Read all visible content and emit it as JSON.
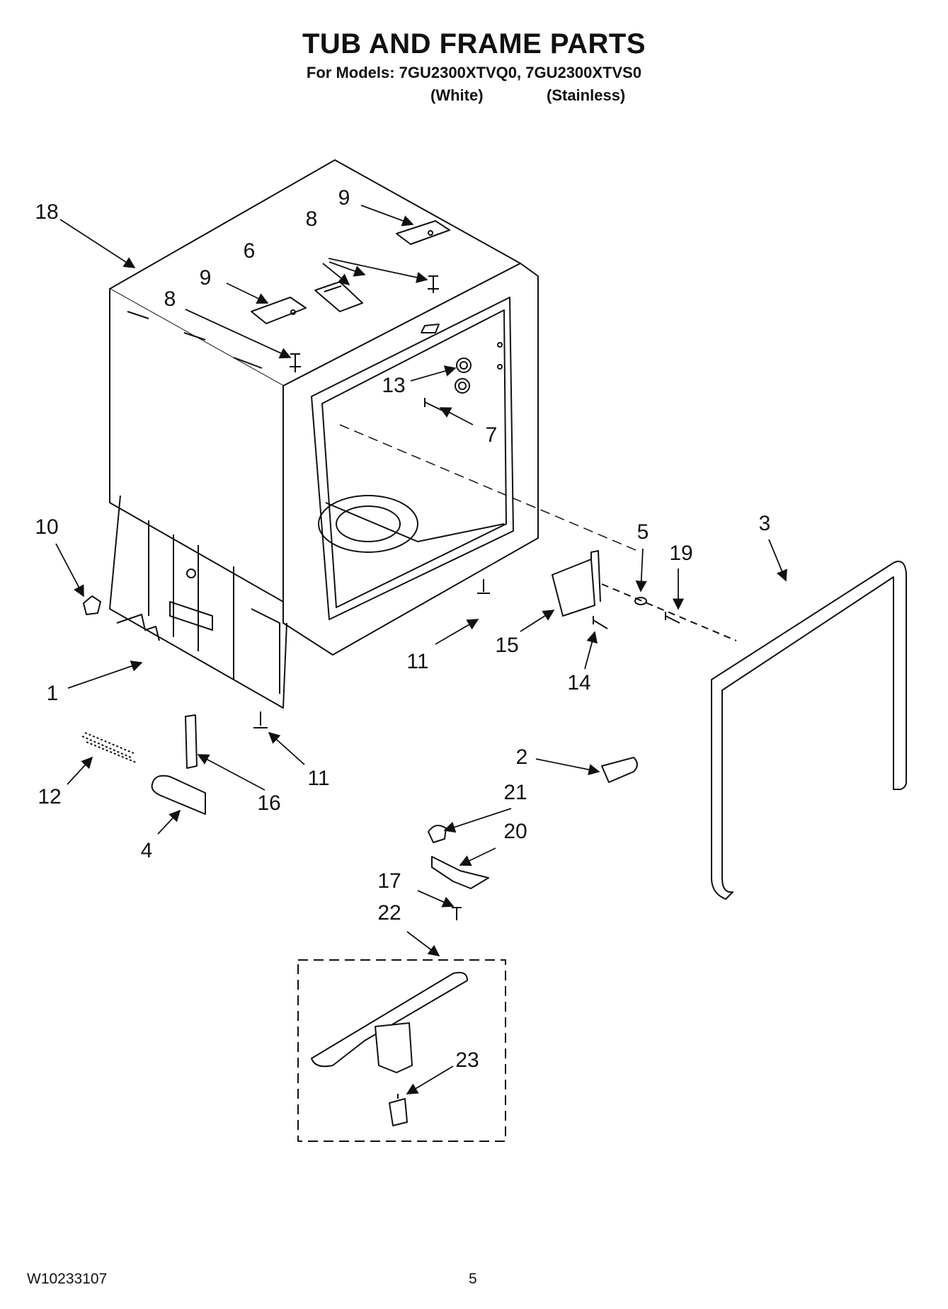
{
  "header": {
    "title": "TUB AND FRAME PARTS",
    "models": "For Models: 7GU2300XTVQ0, 7GU2300XTVS0",
    "finish_white": "(White)",
    "finish_stainless": "(Stainless)"
  },
  "footer": {
    "document_number": "W10233107",
    "page_number": "5"
  },
  "callouts": [
    "1",
    "2",
    "3",
    "4",
    "5",
    "6",
    "7",
    "8",
    "9",
    "10",
    "11",
    "12",
    "13",
    "14",
    "15",
    "16",
    "17",
    "18",
    "19",
    "20",
    "21",
    "22",
    "23"
  ],
  "colors": {
    "ink": "#111111",
    "background": "#ffffff"
  }
}
